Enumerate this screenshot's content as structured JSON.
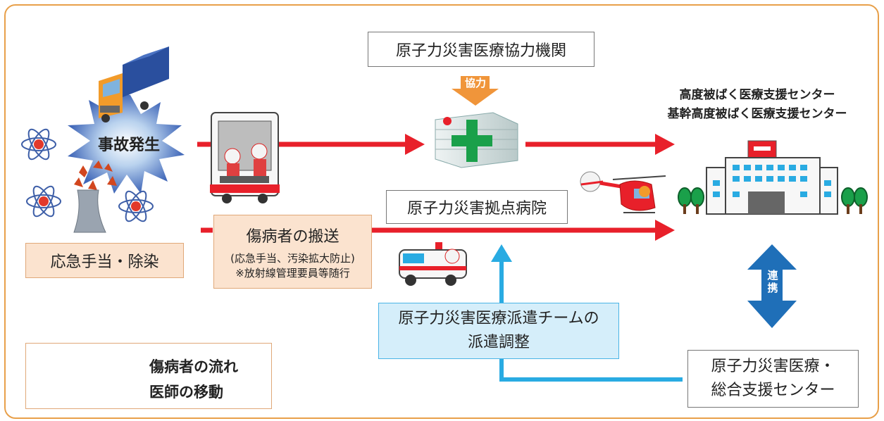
{
  "boxes": {
    "cooperating_institution": "原子力災害医療協力機関",
    "cooperation_tag": "協力",
    "center_title_1": "高度被ばく医療支援センター",
    "center_title_2": "基幹高度被ばく医療支援センター",
    "accident": "事故発生",
    "base_hospital": "原子力災害拠点病院",
    "transport_title": "傷病者の搬送",
    "transport_note_1": "(応急手当、汚染拡大防止)",
    "transport_note_2": "※放射線管理要員等随行",
    "first_aid": "応急手当・除染",
    "coordination_tag": "連携",
    "dispatch_line_1": "原子力災害医療派遣チームの",
    "dispatch_line_2": "派遣調整",
    "support_center_line_1": "原子力災害医療・",
    "support_center_line_2": "総合支援センター"
  },
  "legend": {
    "patient_flow": "傷病者の流れ",
    "doctor_movement": "医師の移動"
  },
  "colors": {
    "patient_arrow": "#e8202a",
    "doctor_arrow": "#29abe2",
    "link_arrow": "#1f6fb8",
    "frame": "#e8a04a",
    "cooperation": "#f0953a",
    "hospital_cross": "#1aa04a"
  },
  "icons": [
    "truck-icon",
    "explosion-icon",
    "atom-icon",
    "rescue-vehicle-icon",
    "hospital-icon",
    "helicopter-icon",
    "ambulance-icon",
    "medical-center-icon",
    "tree-icon"
  ]
}
